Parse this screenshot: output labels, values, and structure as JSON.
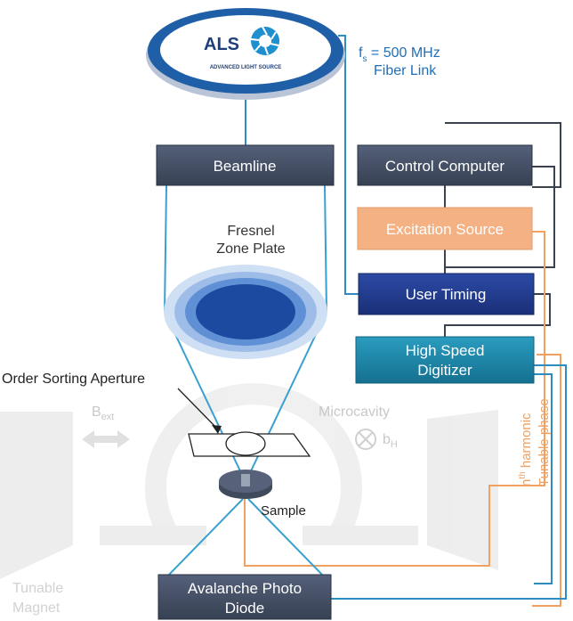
{
  "logo": {
    "name": "ALS",
    "subtitle": "ADVANCED LIGHT SOURCE"
  },
  "link": {
    "freq_symbol": "f",
    "freq_sub": "s",
    "freq_value": " = 500 MHz",
    "type": "Fiber Link"
  },
  "boxes": {
    "beamline": "Beamline",
    "control_computer": "Control Computer",
    "excitation_source": "Excitation Source",
    "user_timing": "User Timing",
    "digitizer_line1": "High Speed",
    "digitizer_line2": "Digitizer",
    "apd_line1": "Avalanche Photo",
    "apd_line2": "Diode"
  },
  "labels": {
    "fzp_line1": "Fresnel",
    "fzp_line2": "Zone Plate",
    "osa": "Order Sorting Aperture",
    "bext_main": "B",
    "bext_sub": "ext",
    "microcavity": "Microcavity",
    "bh_main": "b",
    "bh_sub": "H",
    "sample": "Sample",
    "magnet_line1": "Tunable",
    "magnet_line2": "Magnet",
    "harmonic_sup": "th",
    "harmonic_text": " harmonic",
    "harmonic_n": "n",
    "tunable_phase": "Tunable phase"
  },
  "colors": {
    "box_gray": "#3f4a5c",
    "box_orange": "#f4b183",
    "box_navy": "#1f3a8a",
    "box_teal": "#1f8aa8",
    "wire_blue": "#2e8cc0",
    "wire_orange": "#f0a060",
    "wire_dark": "#3a4250",
    "logo_blue": "#1f5fa8",
    "beam_blue": "#3aa0d0"
  }
}
